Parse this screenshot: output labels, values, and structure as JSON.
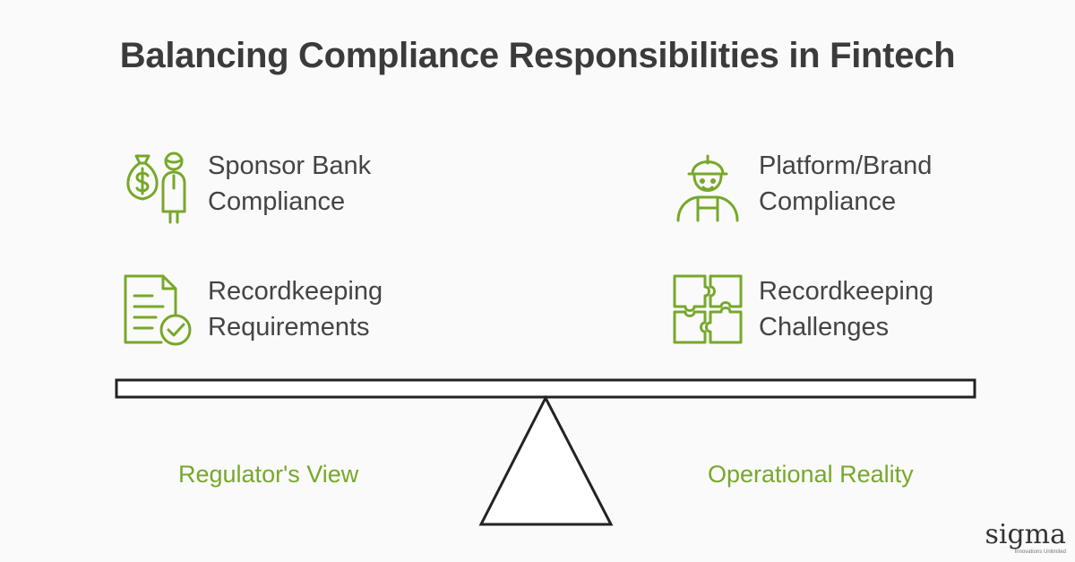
{
  "title": "Balancing Compliance Responsibilities in Fintech",
  "left_items": [
    {
      "icon": "money-bag-person-icon",
      "label": "Sponsor Bank Compliance"
    },
    {
      "icon": "document-check-icon",
      "label": "Recordkeeping Requirements"
    }
  ],
  "right_items": [
    {
      "icon": "worker-icon",
      "label": "Platform/Brand Compliance"
    },
    {
      "icon": "puzzle-icon",
      "label": "Recordkeeping Challenges"
    }
  ],
  "left_label": "Regulator's View",
  "right_label": "Operational Reality",
  "logo": {
    "text": "sigma",
    "tagline": "Innovations Unlimited"
  },
  "colors": {
    "accent": "#77a82a",
    "text": "#3b3b3b",
    "background": "#fafafa"
  }
}
